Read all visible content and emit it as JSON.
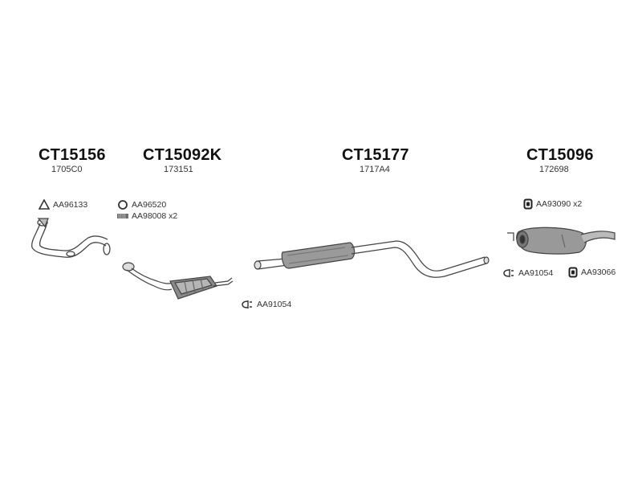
{
  "groups": [
    {
      "code": "CT15156",
      "ref": "1705C0",
      "accessories": [
        {
          "icon": "triangle-gasket-icon",
          "label": "AA96133"
        }
      ]
    },
    {
      "code": "CT15092K",
      "ref": "173151",
      "accessories": [
        {
          "icon": "ring-gasket-icon",
          "label": "AA96520"
        },
        {
          "icon": "spring-icon",
          "label": "AA98008 x2"
        },
        {
          "icon": "clamp-icon",
          "label": "AA91054"
        }
      ]
    },
    {
      "code": "CT15177",
      "ref": "1717A4",
      "accessories": []
    },
    {
      "code": "CT15096",
      "ref": "172698",
      "accessories": [
        {
          "icon": "rubber-mount-icon",
          "label": "AA93090 x2"
        },
        {
          "icon": "clamp-icon",
          "label": "AA91054"
        },
        {
          "icon": "rubber-mount-icon",
          "label": "AA93066"
        }
      ]
    }
  ]
}
